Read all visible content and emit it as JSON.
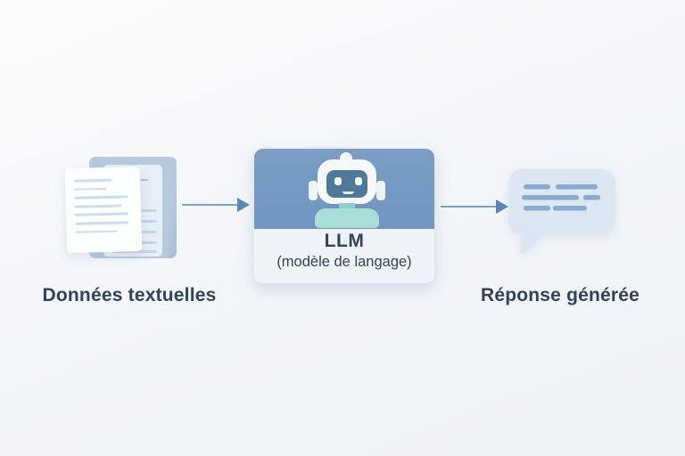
{
  "diagram": {
    "title_implicit": "flux de traitement LLM",
    "nodes": [
      {
        "id": "input",
        "label": "Données textuelles",
        "icon": "documents-icon"
      },
      {
        "id": "llm",
        "title": "LLM",
        "subtitle": "(modèle de langage)",
        "icon": "robot-icon"
      },
      {
        "id": "output",
        "label": "Réponse générée",
        "icon": "chat-bubble-icon"
      }
    ],
    "arrows": [
      {
        "from": "input",
        "to": "llm"
      },
      {
        "from": "llm",
        "to": "output"
      }
    ]
  },
  "colors": {
    "card_top": "#7095bf",
    "card_bottom": "#eff3f8",
    "text_dark": "#31435a",
    "accent_arrow": "#7ea3c9",
    "arrow_head": "#5d86b5",
    "doc_back": "#b7cadd",
    "doc_mid": "#e7eef6",
    "doc_lines": "#ccdded",
    "bubble_fill": "#dde7f1",
    "bubble_lines": "#86aad2",
    "robot_face": "#4e7898",
    "robot_body": "#a9ded8"
  }
}
